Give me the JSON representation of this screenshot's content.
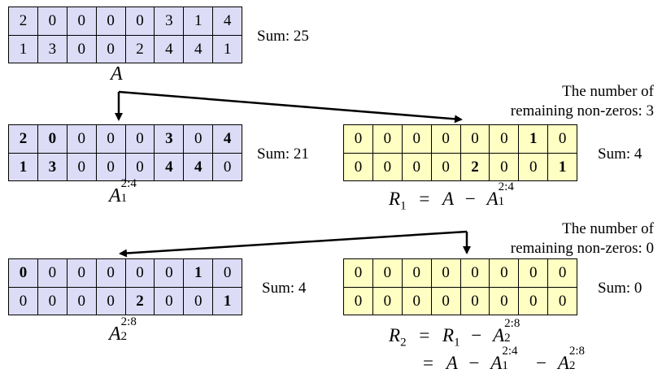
{
  "matrices": {
    "A": {
      "rows": [
        [
          "2",
          "0",
          "0",
          "0",
          "0",
          "3",
          "1",
          "4"
        ],
        [
          "1",
          "3",
          "0",
          "0",
          "2",
          "4",
          "4",
          "1"
        ]
      ],
      "bold": [
        [
          0,
          0,
          0,
          0,
          0,
          0,
          0,
          0
        ],
        [
          0,
          0,
          0,
          0,
          0,
          0,
          0,
          0
        ]
      ],
      "sum": "Sum: 25",
      "label": "A"
    },
    "A1": {
      "rows": [
        [
          "2",
          "0",
          "0",
          "0",
          "0",
          "3",
          "0",
          "4"
        ],
        [
          "1",
          "3",
          "0",
          "0",
          "0",
          "4",
          "4",
          "0"
        ]
      ],
      "bold": [
        [
          1,
          1,
          0,
          0,
          0,
          1,
          0,
          1
        ],
        [
          1,
          1,
          0,
          0,
          0,
          1,
          1,
          0
        ]
      ],
      "sum": "Sum: 21",
      "label_base": "A",
      "label_sub": "1",
      "label_sup": "2:4"
    },
    "R1": {
      "rows": [
        [
          "0",
          "0",
          "0",
          "0",
          "0",
          "0",
          "1",
          "0"
        ],
        [
          "0",
          "0",
          "0",
          "0",
          "2",
          "0",
          "0",
          "1"
        ]
      ],
      "bold": [
        [
          0,
          0,
          0,
          0,
          0,
          0,
          1,
          0
        ],
        [
          0,
          0,
          0,
          0,
          1,
          0,
          0,
          1
        ]
      ],
      "sum": "Sum: 4",
      "note_line1": "The number of",
      "note_line2": "remaining non-zeros: 3"
    },
    "A2": {
      "rows": [
        [
          "0",
          "0",
          "0",
          "0",
          "0",
          "0",
          "1",
          "0"
        ],
        [
          "0",
          "0",
          "0",
          "0",
          "2",
          "0",
          "0",
          "1"
        ]
      ],
      "bold": [
        [
          1,
          0,
          0,
          0,
          0,
          0,
          1,
          0
        ],
        [
          0,
          0,
          0,
          0,
          1,
          0,
          0,
          1
        ]
      ],
      "sum": "Sum: 4",
      "label_base": "A",
      "label_sub": "2",
      "label_sup": "2:8"
    },
    "R2": {
      "rows": [
        [
          "0",
          "0",
          "0",
          "0",
          "0",
          "0",
          "0",
          "0"
        ],
        [
          "0",
          "0",
          "0",
          "0",
          "0",
          "0",
          "0",
          "0"
        ]
      ],
      "bold": [
        [
          0,
          0,
          0,
          0,
          0,
          0,
          0,
          0
        ],
        [
          0,
          0,
          0,
          0,
          0,
          0,
          0,
          0
        ]
      ],
      "sum": "Sum: 0",
      "note_line1": "The number of",
      "note_line2": "remaining non-zeros: 0"
    }
  },
  "equations": {
    "r1": {
      "lhs": "R",
      "lhs_sub": "1",
      "eq": "=",
      "a": "A",
      "minus": "−",
      "a1": "A",
      "a1_sub": "1",
      "a1_sup": "2:4"
    },
    "r2": {
      "lhs": "R",
      "lhs_sub": "2",
      "eq": "=",
      "r1": "R",
      "r1_sub": "1",
      "minus": "−",
      "a2": "A",
      "a2_sub": "2",
      "a2_sup": "2:8"
    },
    "r2b": {
      "eq": "=",
      "a": "A",
      "minus1": "−",
      "a1": "A",
      "a1_sub": "1",
      "a1_sup": "2:4",
      "minus2": "−",
      "a2": "A",
      "a2_sub": "2",
      "a2_sup": "2:8"
    }
  },
  "colors": {
    "purple_cell": "#dcdcf6",
    "yellow_cell": "#ffffc4",
    "arrow": "#000000"
  }
}
